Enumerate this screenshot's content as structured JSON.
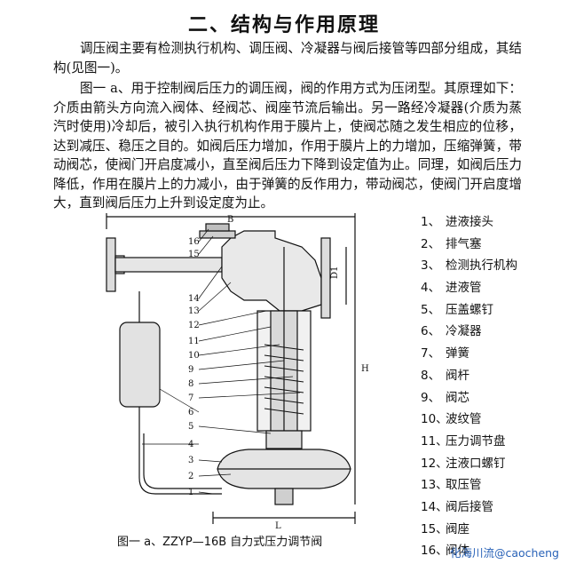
{
  "title": "二、结构与作用原理",
  "paragraphs": [
    "调压阀主要有检测执行机构、调压阀、冷凝器与阀后接管等四部分组成，其结构(见图一)。",
    "图一 a、用于控制阀后压力的调压阀，阀的作用方式为压闭型。其原理如下：介质由箭头方向流入阀体、经阀芯、阀座节流后输出。另一路经冷凝器(介质为蒸汽时使用)冷却后，被引入执行机构作用于膜片上，使阀芯随之发生相应的位移，达到减压、稳压之目的。如阀后压力增加，作用于膜片上的力增加，压缩弹簧，带动阀芯，使阀门开启度减小，直至阀后压力下降到设定值为止。同理，如阀后压力降低，作用在膜片上的力减小，由于弹簧的反作用力，带动阀芯，使阀门开启度增大，直到阀后压力上升到设定度为止。"
  ],
  "parts": [
    {
      "num": "1、",
      "name": "进液接头"
    },
    {
      "num": "2、",
      "name": "排气塞"
    },
    {
      "num": "3、",
      "name": "检测执行机构"
    },
    {
      "num": "4、",
      "name": "进液管"
    },
    {
      "num": "5、",
      "name": "压盖螺钉"
    },
    {
      "num": "6、",
      "name": "冷凝器"
    },
    {
      "num": "7、",
      "name": "弹簧"
    },
    {
      "num": "8、",
      "name": "阀杆"
    },
    {
      "num": "9、",
      "name": "阀芯"
    },
    {
      "num": "10、",
      "name": "波纹管"
    },
    {
      "num": "11、",
      "name": "压力调节盘"
    },
    {
      "num": "12、",
      "name": "注液口螺钉"
    },
    {
      "num": "13、",
      "name": "取压管"
    },
    {
      "num": "14、",
      "name": "阀后接管"
    },
    {
      "num": "15、",
      "name": "阀座"
    },
    {
      "num": "16、",
      "name": "阀体"
    }
  ],
  "diagram_labels": {
    "dim_b": "B",
    "dim_d1": "D1",
    "dim_h": "H",
    "dim_l": "L",
    "callouts_left": [
      "16",
      "15",
      "14",
      "13",
      "12",
      "11",
      "10",
      "9",
      "8",
      "7",
      "6",
      "5",
      "4",
      "3",
      "2",
      "1"
    ]
  },
  "caption": "图一 a、ZZYP—16B 自力式压力调节阀",
  "watermark": "化海川流@caocheng",
  "colors": {
    "text": "#111111",
    "watermark": "#2a63b8"
  }
}
